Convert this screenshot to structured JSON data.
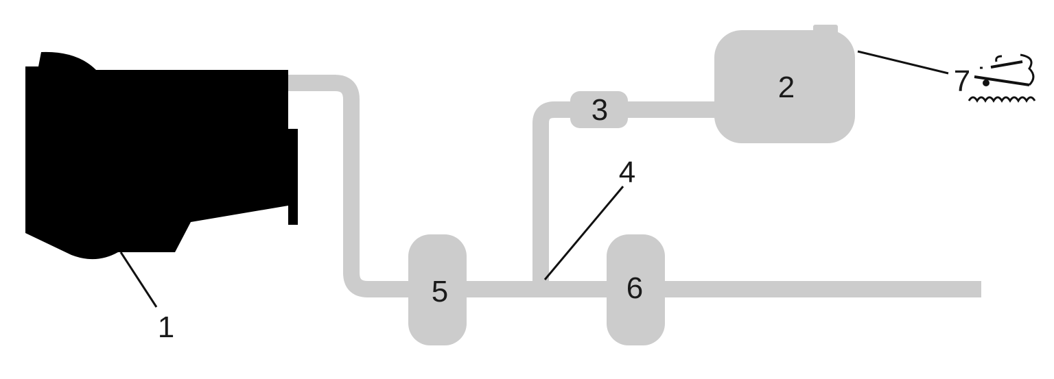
{
  "callouts": {
    "engine": "1",
    "tank": "2",
    "part_3": "3",
    "junction": "4",
    "part_5": "5",
    "part_6": "6",
    "tank_vent": "7"
  },
  "colors": {
    "pipe": "#cccccc",
    "component": "#cccccc",
    "engine": "#000000",
    "text": "#1a1a1a"
  },
  "icons": {
    "engine": "engine-silhouette-icon",
    "vent": "vent-to-water-icon"
  }
}
